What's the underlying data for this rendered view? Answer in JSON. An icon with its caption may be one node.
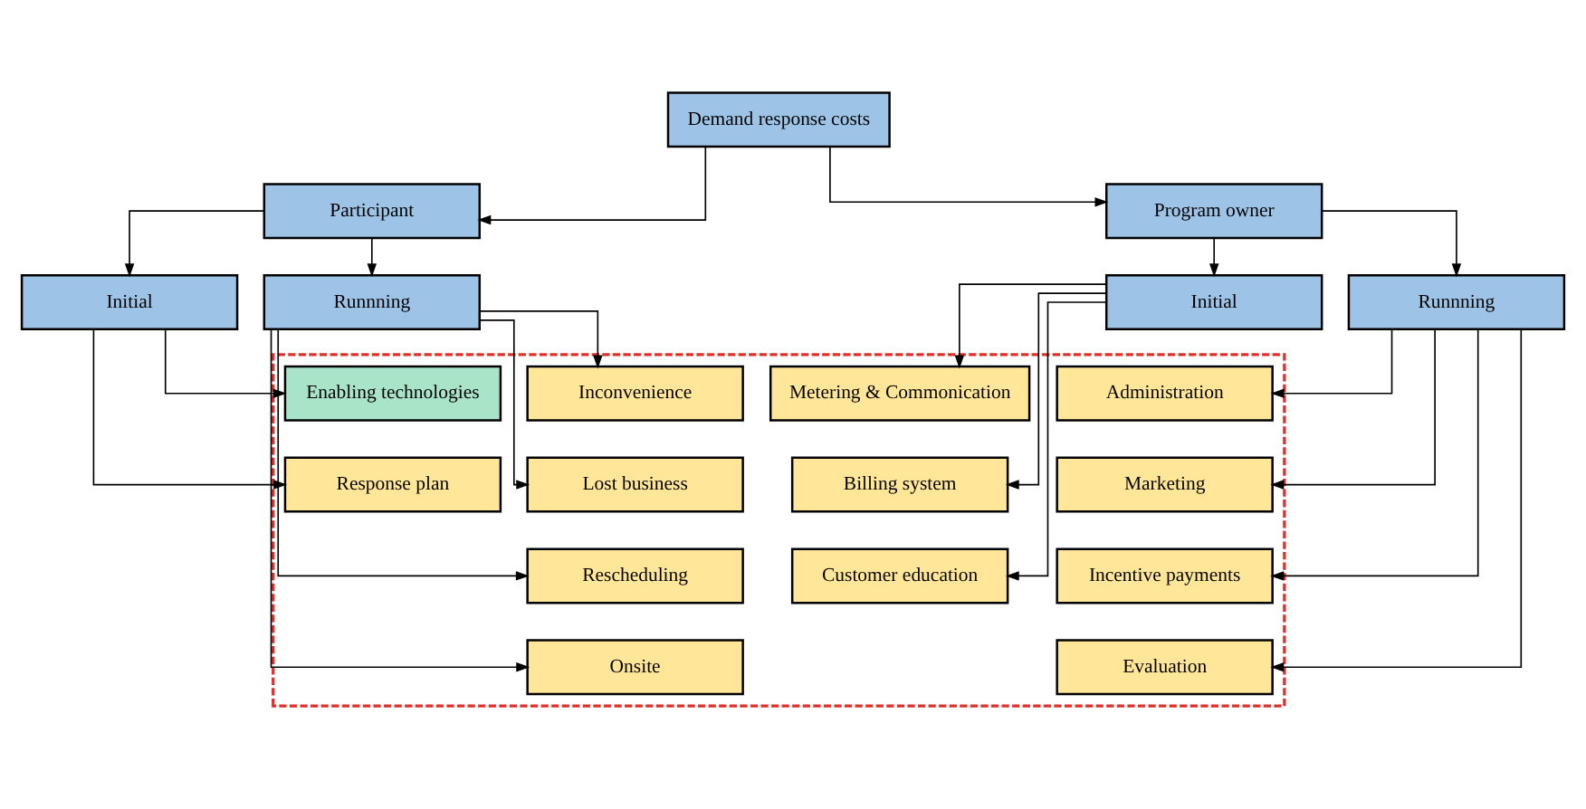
{
  "diagram": {
    "nodes": [
      {
        "text": [
          "Demand response costs"
        ]
      },
      {
        "text": [
          "Participant"
        ]
      },
      {
        "text": [
          "Program owner"
        ]
      },
      {
        "text": [
          "Initial"
        ]
      },
      {
        "text": [
          "Runnning"
        ]
      },
      {
        "text": [
          "Initial"
        ]
      },
      {
        "text": [
          "Runnning"
        ]
      },
      {
        "text": [],
        "shape": "box"
      },
      {
        "text": [
          "Enabling technologies"
        ],
        "in": 7
      },
      {
        "text": [
          "Response plan"
        ],
        "in": 7
      },
      {
        "text": [
          "Inconvenience"
        ],
        "in": 7
      },
      {
        "text": [
          "Lost business"
        ],
        "in": 7
      },
      {
        "text": [
          "Rescheduling"
        ],
        "in": 7
      },
      {
        "text": [
          "Onsite"
        ],
        "in": 7
      },
      {
        "text": [
          "Metering & Commonication"
        ],
        "in": 7
      },
      {
        "text": [
          "Billing system"
        ],
        "in": 7
      },
      {
        "text": [
          "Customer education"
        ],
        "in": 7
      },
      {
        "text": [
          "Administration"
        ],
        "in": 7
      },
      {
        "text": [
          "Marketing"
        ],
        "in": 7
      },
      {
        "text": [
          "Incentive payments"
        ],
        "in": 7
      },
      {
        "text": [
          "Evaluation"
        ],
        "in": 7
      }
    ],
    "edges": [
      {
        "from": 0,
        "to": 1,
        "arrow": "to"
      },
      {
        "from": 0,
        "to": 2,
        "arrow": "to"
      },
      {
        "from": 1,
        "to": 3,
        "arrow": "to"
      },
      {
        "from": 1,
        "to": 4,
        "arrow": "to"
      },
      {
        "from": 2,
        "to": 5,
        "arrow": "to"
      },
      {
        "from": 2,
        "to": 6,
        "arrow": "to"
      },
      {
        "from": 3,
        "to": 8,
        "arrow": "to"
      },
      {
        "from": 3,
        "to": 9,
        "arrow": "to"
      },
      {
        "from": 4,
        "to": 10,
        "arrow": "to"
      },
      {
        "from": 4,
        "to": 11,
        "arrow": "to"
      },
      {
        "from": 4,
        "to": 12,
        "arrow": "to"
      },
      {
        "from": 4,
        "to": 13,
        "arrow": "to"
      },
      {
        "from": 5,
        "to": 14,
        "arrow": "to"
      },
      {
        "from": 5,
        "to": 15,
        "arrow": "to"
      },
      {
        "from": 5,
        "to": 16,
        "arrow": "to"
      },
      {
        "from": 6,
        "to": 17,
        "arrow": "to"
      },
      {
        "from": 6,
        "to": 18,
        "arrow": "to"
      },
      {
        "from": 6,
        "to": 19,
        "arrow": "to"
      },
      {
        "from": 6,
        "to": 20,
        "arrow": "to"
      }
    ]
  }
}
